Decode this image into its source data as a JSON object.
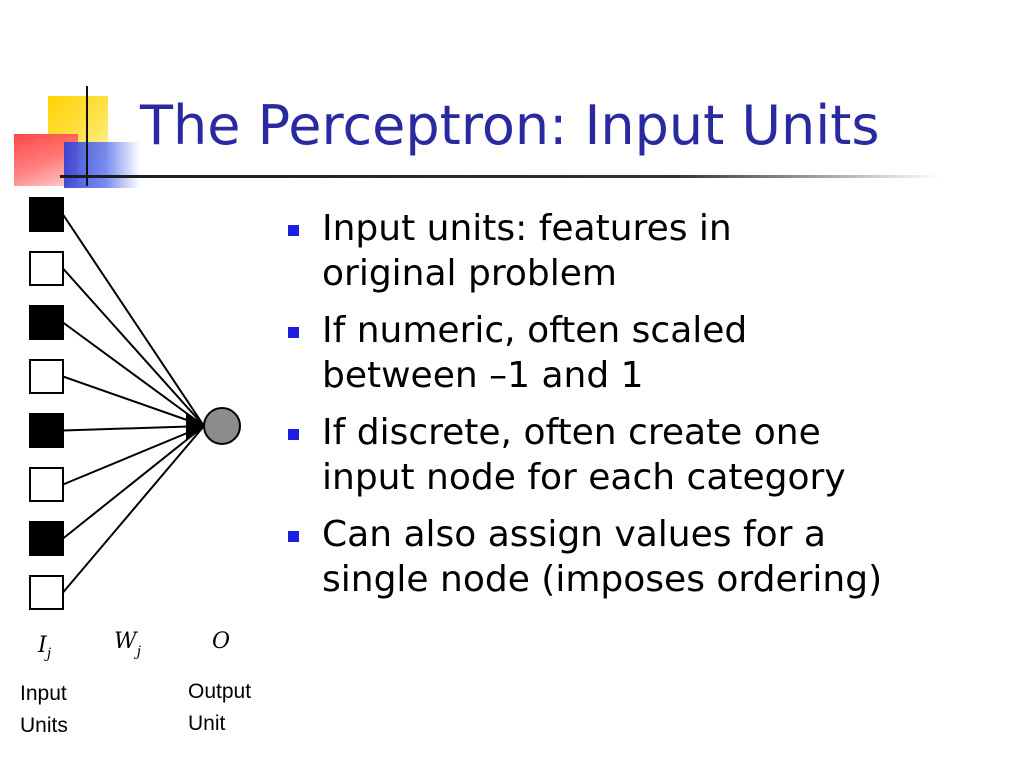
{
  "slide": {
    "title": "The Perceptron: Input Units",
    "bullets": [
      {
        "lines": [
          "Input units: features in",
          "original problem"
        ]
      },
      {
        "lines": [
          "If numeric, often scaled",
          "between –1 and 1"
        ]
      },
      {
        "lines": [
          "If discrete, often create one",
          "input node for each category"
        ]
      },
      {
        "lines": [
          "Can also assign values for a",
          "single node (imposes ordering)"
        ]
      }
    ]
  },
  "diagram": {
    "input_units": [
      {
        "filled": true
      },
      {
        "filled": false
      },
      {
        "filled": true
      },
      {
        "filled": false
      },
      {
        "filled": true
      },
      {
        "filled": false
      },
      {
        "filled": true
      },
      {
        "filled": false
      }
    ],
    "labels": {
      "input_var": "I",
      "input_sub": "j",
      "weight_var": "W",
      "weight_sub": "j",
      "output_var": "O"
    },
    "captions": {
      "input": [
        "Input",
        "Units"
      ],
      "output": [
        "Output",
        "Unit"
      ]
    },
    "colors": {
      "output_node": "#8c8c8c",
      "filled_unit": "#000000"
    }
  }
}
